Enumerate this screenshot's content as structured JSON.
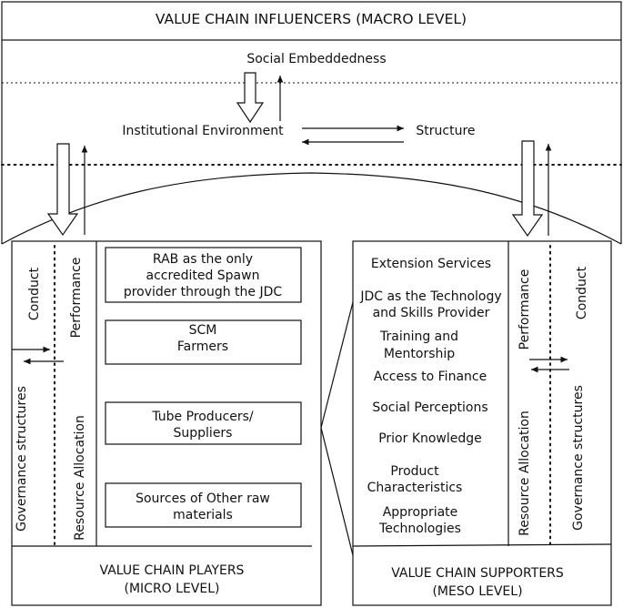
{
  "macro": {
    "title": "VALUE CHAIN INFLUENCERS (MACRO LEVEL)",
    "social": "Social Embeddedness",
    "institutional": "Institutional Environment",
    "structure": "Structure"
  },
  "players": {
    "conduct": "Conduct",
    "performance": "Performance",
    "governance": "Governance structures",
    "resource_allocation": "Resource Allocation",
    "boxes": [
      [
        "RAB as the only",
        "accredited Spawn",
        "provider through the JDC"
      ],
      [
        "SCM",
        "Farmers"
      ],
      [
        "Tube Producers/",
        "Suppliers"
      ],
      [
        "Sources of Other raw",
        "materials"
      ]
    ],
    "footer": [
      "VALUE CHAIN PLAYERS",
      "(MICRO LEVEL)"
    ]
  },
  "supporters": {
    "items": [
      [
        "Extension Services"
      ],
      [
        "JDC as the Technology",
        "and Skills Provider"
      ],
      [
        "Training and",
        "Mentorship"
      ],
      [
        "Access to Finance"
      ],
      [
        "Social Perceptions"
      ],
      [
        "Prior Knowledge"
      ],
      [
        "Product",
        "Characteristics"
      ],
      [
        "Appropriate",
        "Technologies"
      ]
    ],
    "performance": "Performance",
    "conduct": "Conduct",
    "resource_allocation": "Resource Allocation",
    "governance": "Governance structures",
    "footer": [
      "VALUE CHAIN SUPPORTERS",
      "(MESO LEVEL)"
    ]
  }
}
